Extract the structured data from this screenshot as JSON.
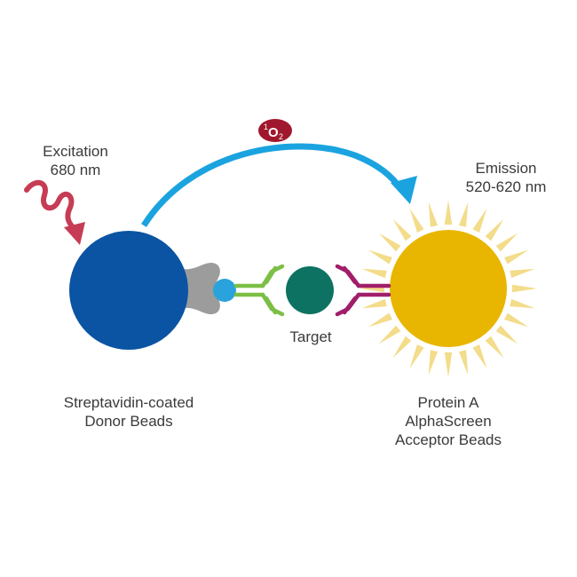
{
  "labels": {
    "excitation_line1": "Excitation",
    "excitation_line2": "680 nm",
    "emission_line1": "Emission",
    "emission_line2": "520-620 nm",
    "target": "Target",
    "donor_line1": "Streptavidin-coated",
    "donor_line2": "Donor Beads",
    "acceptor_line1": "Protein A",
    "acceptor_line2": "AlphaScreen",
    "acceptor_line3": "Acceptor Beads",
    "singlet_oxygen_superscript": "1",
    "singlet_oxygen_base": "O",
    "singlet_oxygen_subscript": "2"
  },
  "colors": {
    "donor_bead": "#0b54a3",
    "acceptor_bead": "#e8b600",
    "sun_rays": "#f3dc8a",
    "arrow": "#1ba3df",
    "excitation_wave": "#c73c55",
    "singlet_oxygen_badge": "#a0182d",
    "streptavidin": "#9c9c9c",
    "biotin": "#2aa3dc",
    "left_antibody": "#7bbf45",
    "target": "#0e7262",
    "right_antibody": "#a01e6a",
    "text": "#3a3a3a"
  }
}
